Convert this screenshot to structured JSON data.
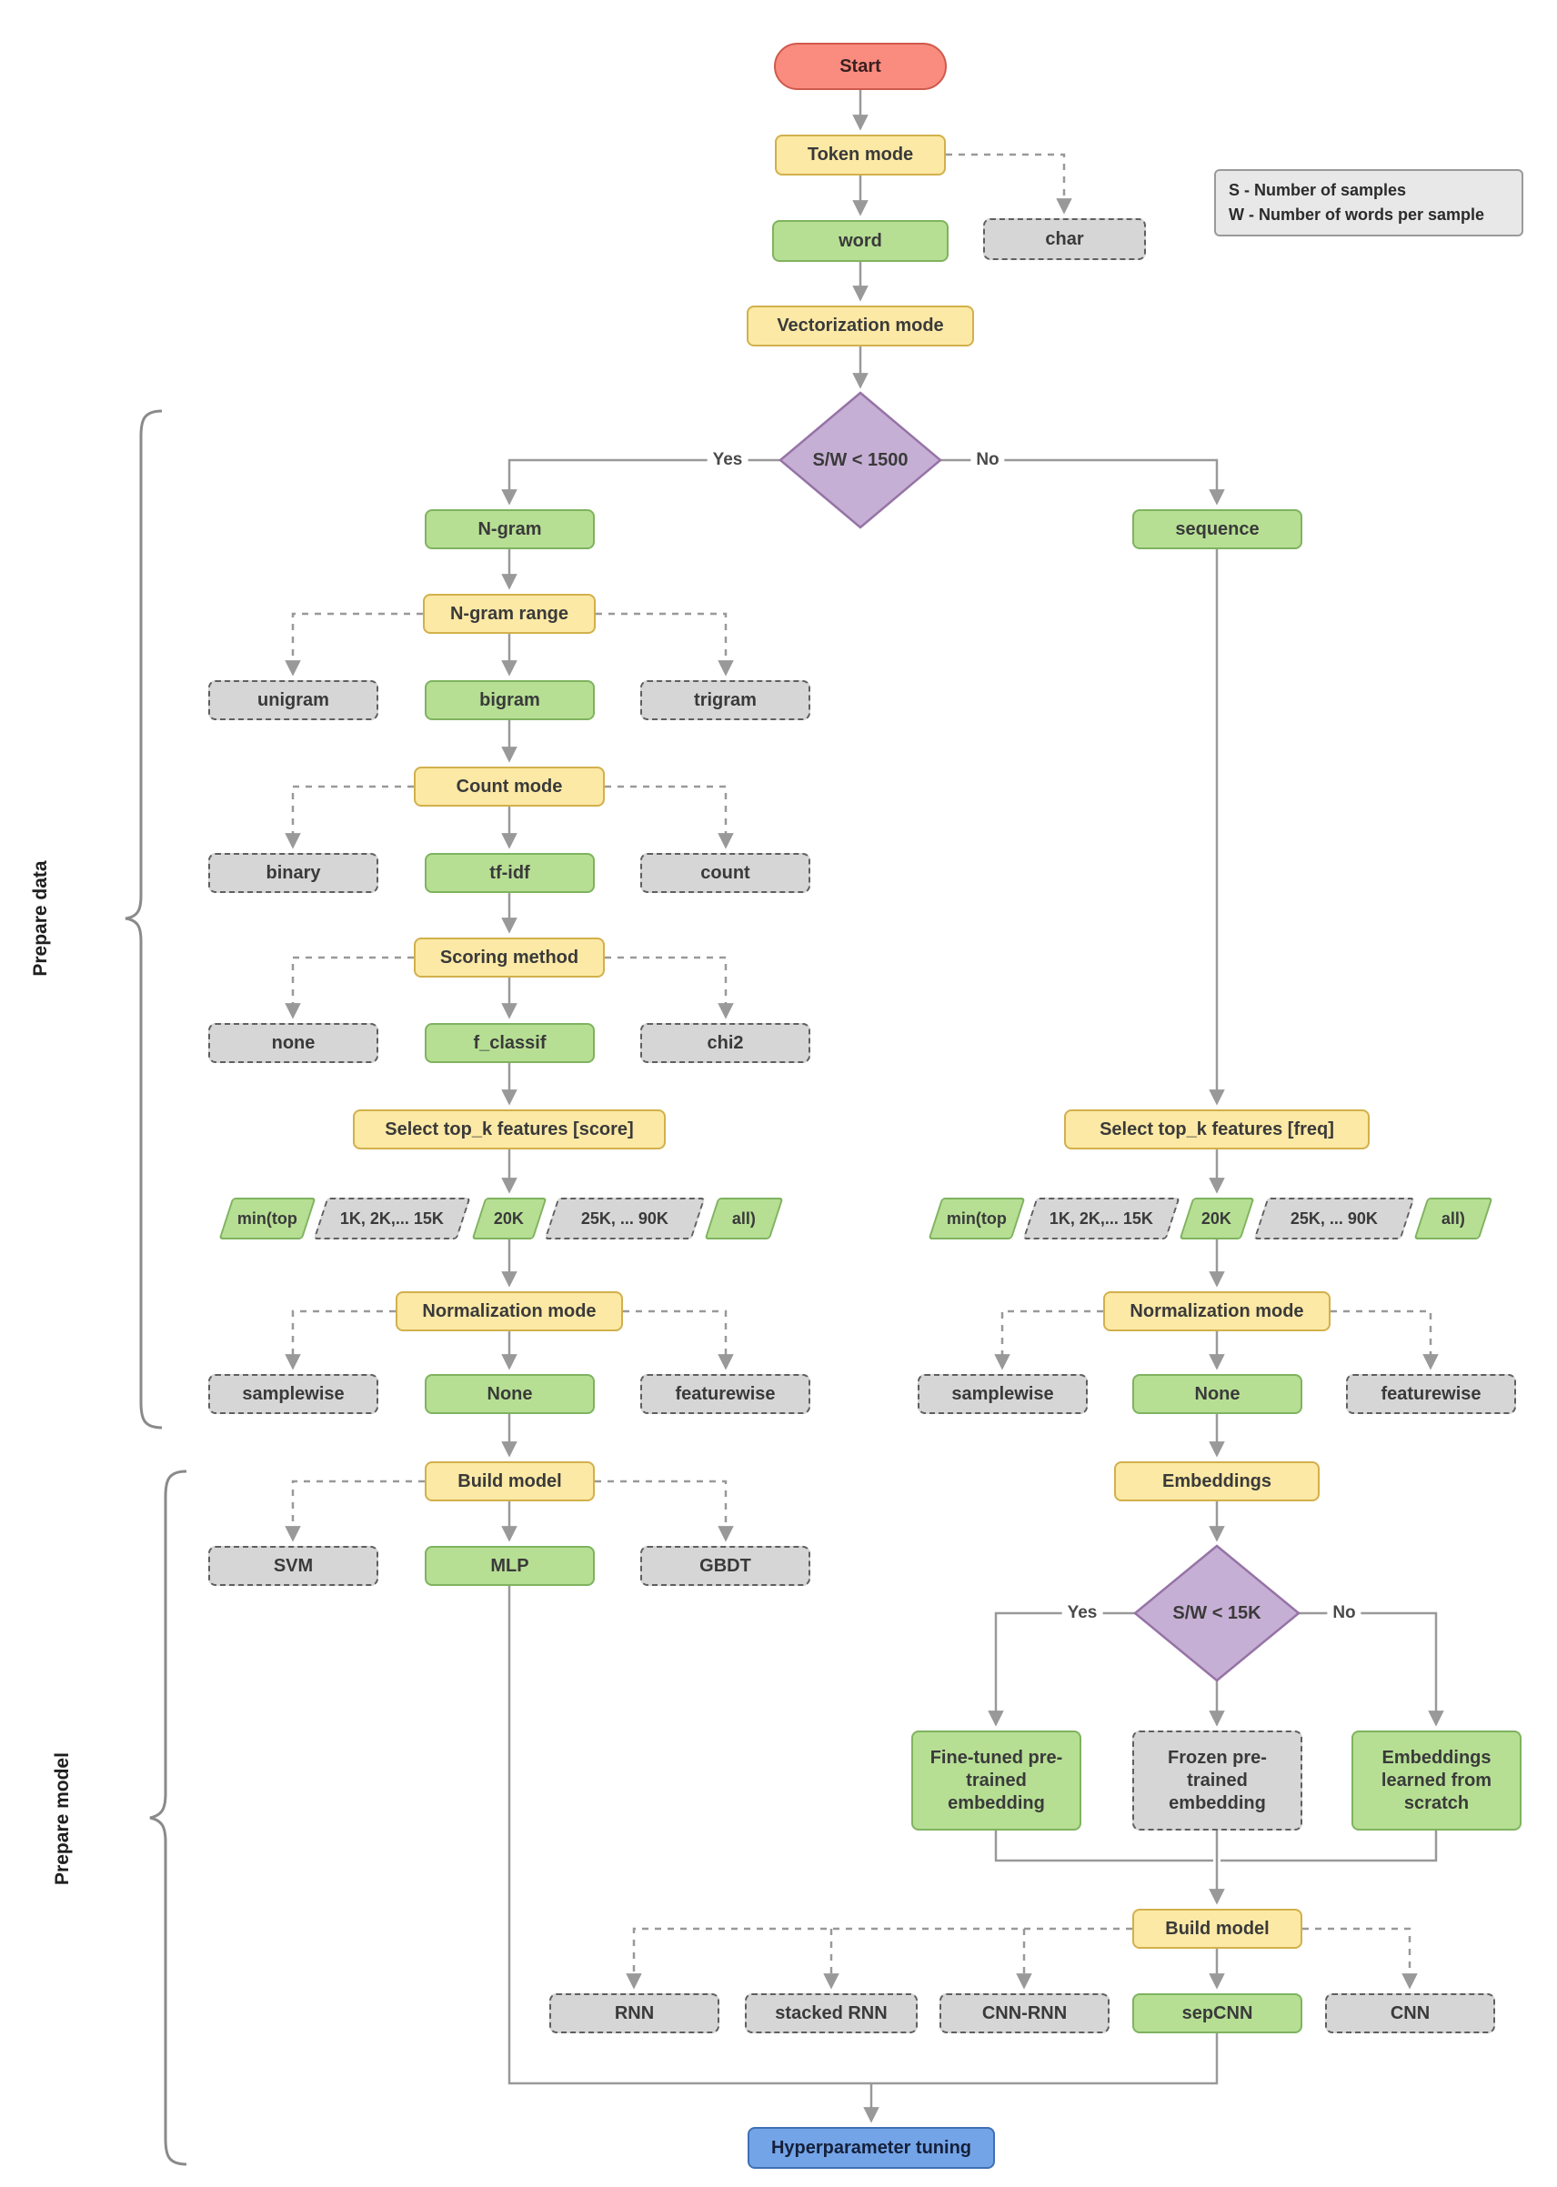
{
  "nodes": {
    "start": "Start",
    "token_mode": "Token mode",
    "word": "word",
    "char": "char",
    "vectorization_mode": "Vectorization mode",
    "decision_sw_1500": "S/W < 1500",
    "ngram": "N-gram",
    "sequence": "sequence",
    "ngram_range": "N-gram range",
    "unigram": "unigram",
    "bigram": "bigram",
    "trigram": "trigram",
    "count_mode": "Count mode",
    "binary": "binary",
    "tf_idf": "tf-idf",
    "count": "count",
    "scoring_method": "Scoring method",
    "none_score": "none",
    "f_classif": "f_classif",
    "chi2": "chi2",
    "select_topk_score": "Select top_k features [score]",
    "select_topk_freq": "Select top_k features [freq]",
    "min_top": "min(top",
    "k_1_15": "1K, 2K,... 15K",
    "k_20": "20K",
    "k_25_90": "25K, ... 90K",
    "k_all": "all)",
    "normalization_mode": "Normalization mode",
    "samplewise": "samplewise",
    "none_norm": "None",
    "featurewise": "featurewise",
    "build_model": "Build model",
    "svm": "SVM",
    "mlp": "MLP",
    "gbdt": "GBDT",
    "embeddings": "Embeddings",
    "decision_sw_15k": "S/W < 15K",
    "fine_tuned": "Fine-tuned pre-trained embedding",
    "frozen": "Frozen pre-trained embedding",
    "scratch": "Embeddings learned from scratch",
    "rnn": "RNN",
    "stacked_rnn": "stacked RNN",
    "cnn_rnn": "CNN-RNN",
    "sepcnn": "sepCNN",
    "cnn": "CNN",
    "hyperparameter_tuning": "Hyperparameter tuning"
  },
  "edge_labels": {
    "yes": "Yes",
    "no": "No"
  },
  "legend": {
    "samples": "S  - Number of samples",
    "words": "W - Number of words per sample"
  },
  "sections": {
    "prepare_data": "Prepare data",
    "prepare_model": "Prepare model"
  },
  "colors": {
    "start_fill": "#f98c7f",
    "process_fill": "#fce9a5",
    "selected_fill": "#b6df94",
    "option_fill": "#d6d6d6",
    "decision_fill": "#c6afd4",
    "final_fill": "#74a4e8",
    "connector": "#999999"
  }
}
